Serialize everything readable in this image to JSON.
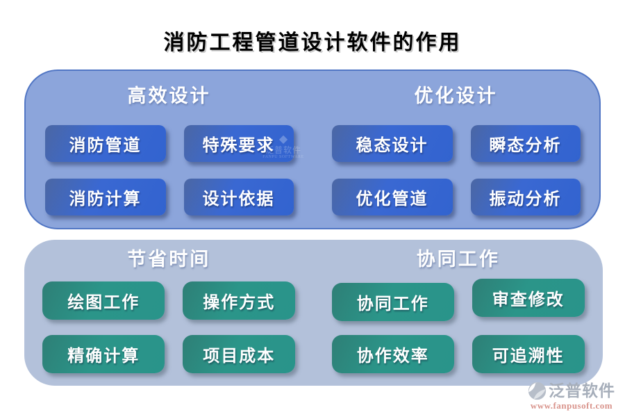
{
  "title": "消防工程管道设计软件的作用",
  "panels": [
    {
      "name": "design-capabilities",
      "sections": [
        {
          "header": "高效设计",
          "buttons": [
            "消防管道",
            "特殊要求",
            "消防计算",
            "设计依据"
          ]
        },
        {
          "header": "优化设计",
          "buttons": [
            "稳态设计",
            "瞬态分析",
            "优化管道",
            "振动分析"
          ]
        }
      ]
    },
    {
      "name": "work-benefits",
      "sections": [
        {
          "header": "节省时间",
          "buttons": [
            "绘图工作",
            "操作方式",
            "精确计算",
            "项目成本"
          ]
        },
        {
          "header": "协同工作",
          "buttons": [
            "协同工作",
            "审查修改",
            "协作效率",
            "可追溯性"
          ]
        }
      ]
    }
  ],
  "watermark": {
    "diamond": "◆",
    "text": "泛普软件",
    "subtext": "FANPU SOFTWARE"
  },
  "branding": {
    "name": "泛普软件",
    "url": "www.fanpusoft.com"
  },
  "colors": {
    "panel_top": "#8CA5DB",
    "panel_top_border": "#5176C4",
    "panel_bottom": "#B3C1DA",
    "button_blue": "#3565D0",
    "button_green": "#2A9489",
    "header_text": "#FFFFFF",
    "title_text": "#000000",
    "brand_text": "#A6AEBA",
    "brand_url": "#D9948C"
  }
}
